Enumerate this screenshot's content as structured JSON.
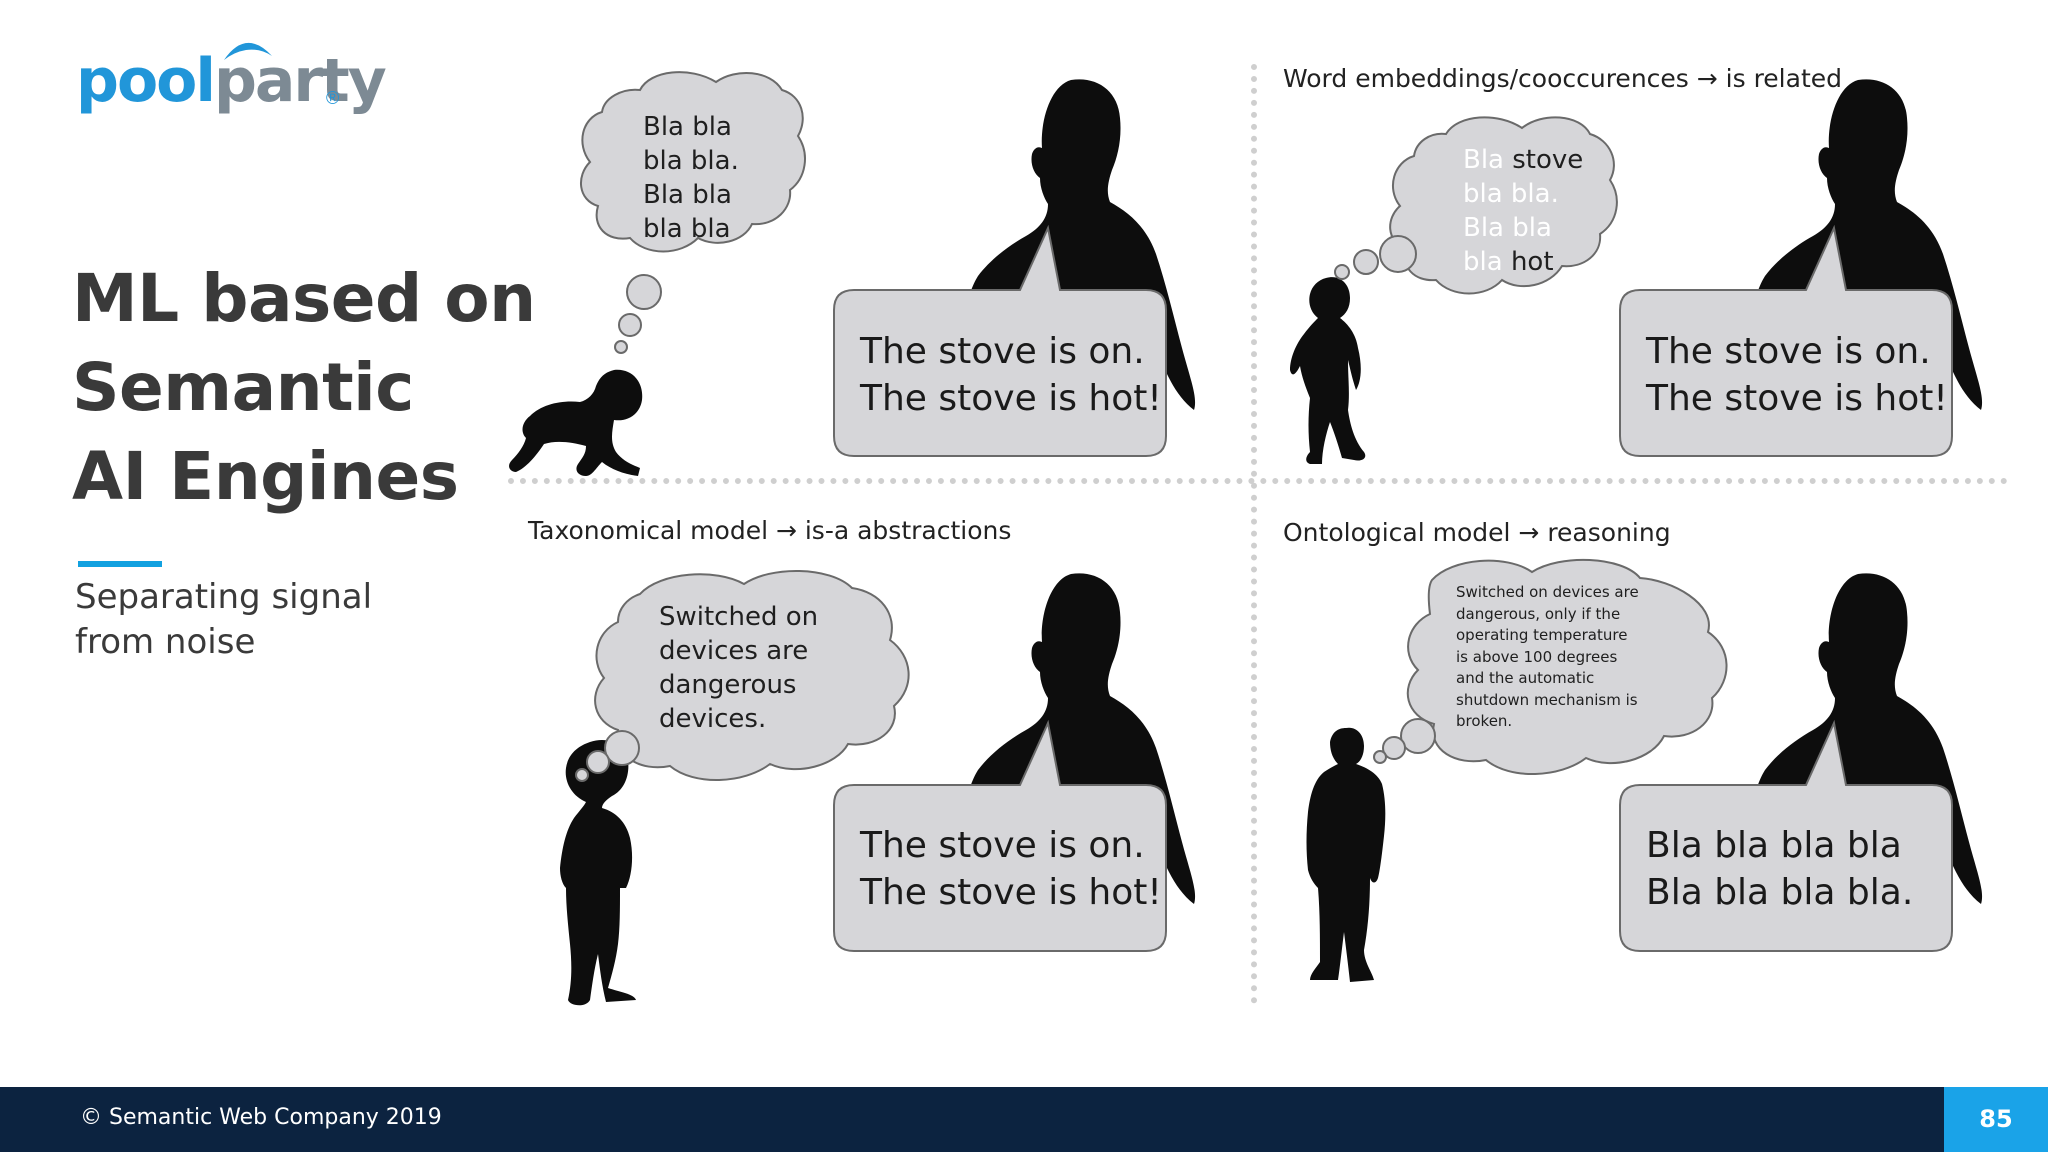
{
  "logo": {
    "pool": "pool",
    "party": "party",
    "reg": "®"
  },
  "title": {
    "line1": "ML based on",
    "line2": "Semantic",
    "line3": "AI Engines"
  },
  "subtitle": {
    "line1": "Separating signal",
    "line2": "from noise"
  },
  "quadrants": {
    "top_left": {
      "thought": [
        "Bla bla",
        "bla bla.",
        "Bla bla",
        "bla bla"
      ],
      "speech": [
        "The stove is on.",
        "The stove is hot!"
      ]
    },
    "top_right": {
      "heading": "Word embeddings/cooccurences → is related",
      "thought": {
        "l1_faded": "Bla",
        "l1_bold": "stove",
        "l2_faded": "bla bla.",
        "l3_faded": "Bla bla",
        "l4_faded": "bla",
        "l4_bold": "hot"
      },
      "speech": [
        "The stove is on.",
        "The stove is hot!"
      ]
    },
    "bottom_left": {
      "heading": "Taxonomical model → is-a abstractions",
      "thought": [
        "Switched on",
        "devices are",
        "dangerous",
        "devices."
      ],
      "speech": [
        "The stove is on.",
        "The stove is hot!"
      ]
    },
    "bottom_right": {
      "heading": "Ontological model → reasoning",
      "thought": [
        "Switched on devices are",
        "dangerous, only  if the",
        "operating temperature",
        "is above 100 degrees",
        "and the automatic",
        "shutdown mechanism is",
        "broken."
      ],
      "speech": [
        "Bla bla bla bla",
        "Bla bla bla bla."
      ]
    }
  },
  "footer": {
    "copyright": "© Semantic Web Company 2019",
    "page": "85"
  },
  "colors": {
    "brand_blue": "#2196d9",
    "accent": "#12a1e0",
    "footer_bg": "#0c2340",
    "page_box": "#1aa3e8",
    "bubble_fill": "#d6d6d9",
    "silhouette": "#0d0d0d"
  }
}
